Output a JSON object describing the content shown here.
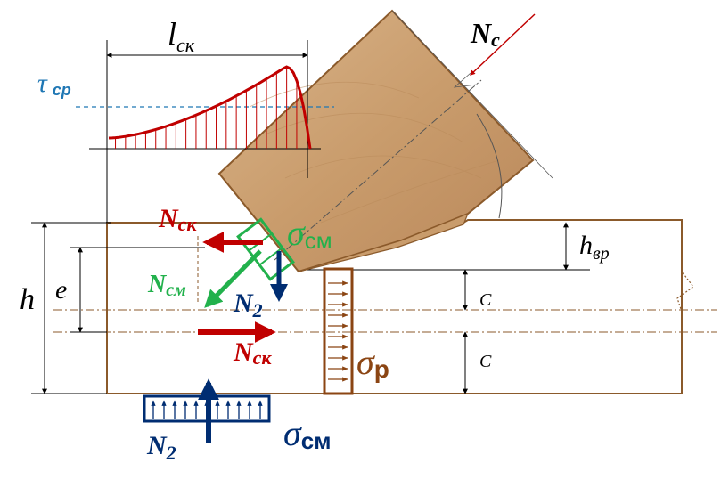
{
  "labels": {
    "l_sk": "l",
    "l_sk_sub": "ск",
    "tau": "τ",
    "tau_sub": "ср",
    "Nc": "N",
    "Nc_sub": "c",
    "h": "h",
    "e": "e",
    "N_sk_top": "N",
    "N_sk_top_sub": "ск",
    "N_sk_bottom": "N",
    "N_sk_bottom_sub": "ск",
    "N_sm": "N",
    "N_sm_sub": "см",
    "N2_mid": "N",
    "N2_mid_sub": "2",
    "N2_bottom": "N",
    "N2_bottom_sub": "2",
    "sigma_sm_top": "σ",
    "sigma_sm_top_sub": "см",
    "sigma_sm_bottom": "σ",
    "sigma_sm_bottom_sub": "см",
    "sigma_p": "σ",
    "sigma_p_sub": "р",
    "h_vr": "h",
    "h_vr_sub": "вр",
    "c_top": "C",
    "c_bottom": "C"
  },
  "colors": {
    "wood": "#c4956a",
    "wood_edge": "#8b5a2b",
    "red": "#c00000",
    "green": "#22b14c",
    "navy": "#002d72",
    "blue_dash": "#1f77b4",
    "brown_text": "#8b4513"
  }
}
